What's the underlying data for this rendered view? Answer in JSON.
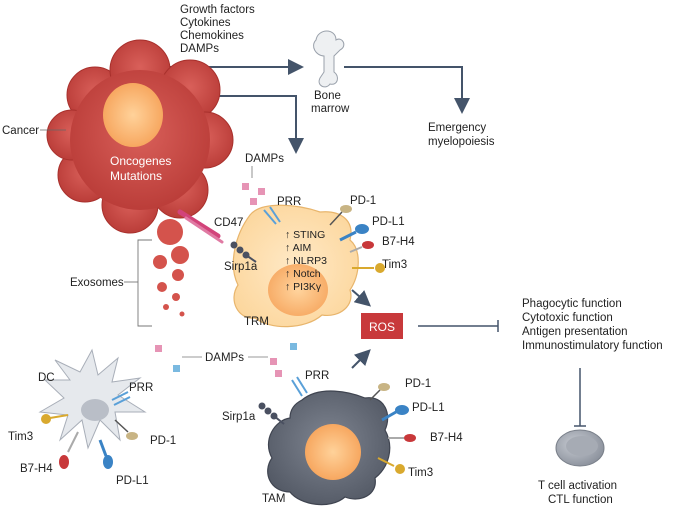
{
  "signals": {
    "line1": "Growth factors",
    "line2": "Cytokines",
    "line3": "Chemokines",
    "line4": "DAMPs"
  },
  "bone_marrow": {
    "line1": "Bone",
    "line2": "marrow"
  },
  "emergency": {
    "line1": "Emergency",
    "line2": "myelopoiesis"
  },
  "cancer": {
    "label": "Cancer",
    "inner1": "Oncogenes",
    "inner2": "Mutations",
    "color": "#c94a44"
  },
  "damps_top": "DAMPs",
  "damps_mid": "DAMPs",
  "exosomes": "Exosomes",
  "trm": {
    "label": "TRM",
    "prr": "PRR",
    "cd47": "CD47",
    "sirp": "Sirp1a",
    "receptors": [
      "PD-1",
      "PD-L1",
      "B7-H4",
      "Tim3"
    ],
    "pathways": [
      "↑ STING",
      "↑ AIM",
      "↑ NLRP3",
      "↑ Notch",
      "↑ PI3Kγ"
    ]
  },
  "ros": {
    "label": "ROS",
    "color": "#c8393b"
  },
  "functions": [
    "Phagocytic function",
    "Cytotoxic function",
    "Antigen presentation",
    "Immunostimulatory function"
  ],
  "tcell": {
    "line1": "T cell activation",
    "line2": "CTL function"
  },
  "dc": {
    "label": "DC",
    "prr": "PRR",
    "receptors": [
      "Tim3",
      "PD-1",
      "B7-H4",
      "PD-L1"
    ]
  },
  "tam": {
    "label": "TAM",
    "prr": "PRR",
    "sirp": "Sirp1a",
    "receptors": [
      "PD-1",
      "PD-L1",
      "B7-H4",
      "Tim3"
    ]
  }
}
